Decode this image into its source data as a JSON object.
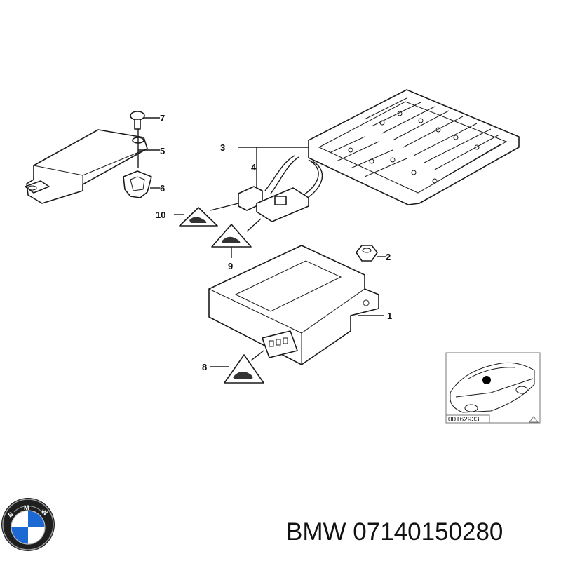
{
  "parts": [
    {
      "label": "1"
    },
    {
      "label": "2"
    },
    {
      "label": "3"
    },
    {
      "label": "4"
    },
    {
      "label": "5"
    },
    {
      "label": "6"
    },
    {
      "label": "7"
    },
    {
      "label": "8"
    },
    {
      "label": "9"
    },
    {
      "label": "10"
    }
  ],
  "inset": {
    "code": "00162933"
  },
  "brand": {
    "text": "BMW 07140150280"
  },
  "icons": [
    "warning-triangle-icon",
    "bmw-logo-icon"
  ],
  "colors": {
    "line": "#1a1a1a",
    "logo_blue": "#1c69d4",
    "background": "#ffffff"
  }
}
